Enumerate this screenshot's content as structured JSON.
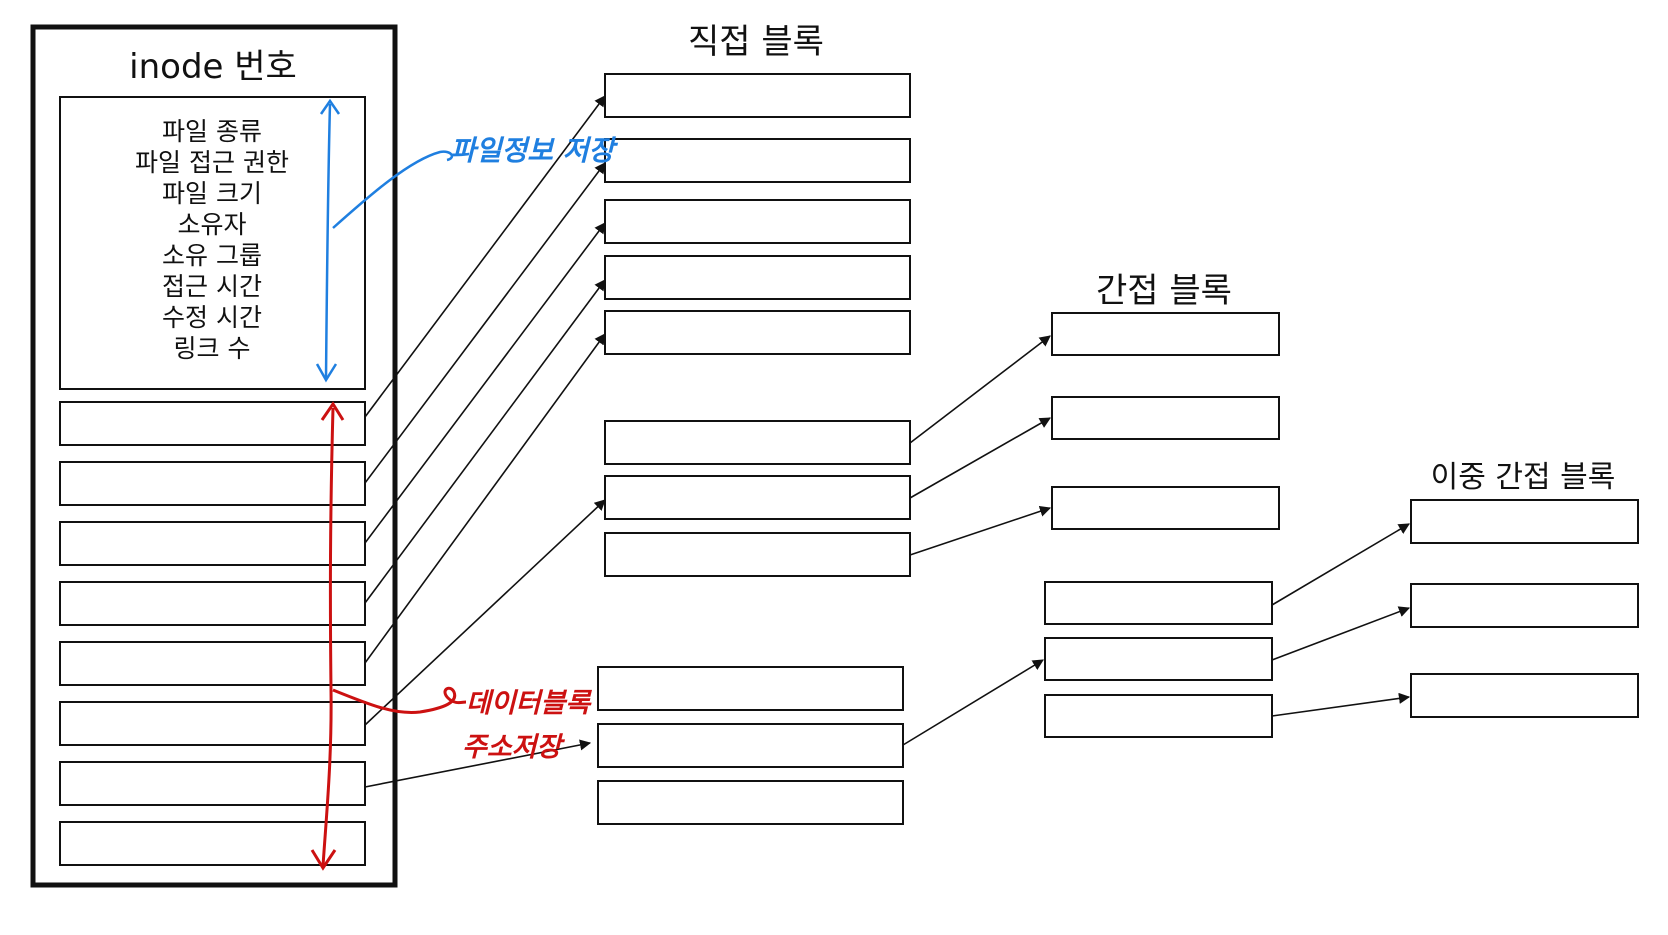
{
  "inode": {
    "title": "inode 번호",
    "info_fields": [
      "파일 종류",
      "파일 접근 권한",
      "파일 크기",
      "소유자",
      "소유 그룹",
      "접근 시간",
      "수정 시간",
      "링크 수"
    ],
    "pointer_slot_count": 8
  },
  "headings": {
    "direct": "직접 블록",
    "indirect": "간접 블록",
    "double_indirect": "이중 간접 블록"
  },
  "annotations": {
    "file_info": "파일정보 저장",
    "data_block_addr_line1": "데이터블록",
    "data_block_addr_line2": "주소저장"
  },
  "colors": {
    "file_info_annotation": "#1f7fe0",
    "data_block_annotation": "#cc1111"
  }
}
